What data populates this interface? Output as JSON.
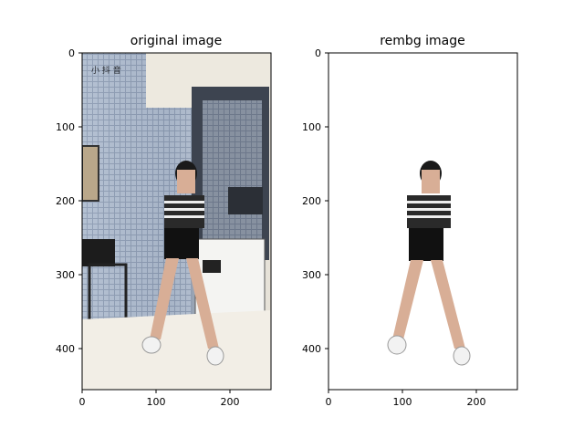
{
  "panels": [
    {
      "title": "original image",
      "image_kind": "photo",
      "x_ticks": [
        0,
        100,
        200
      ],
      "y_ticks": [
        0,
        100,
        200,
        300,
        400
      ],
      "x_range": [
        0,
        256
      ],
      "y_range": [
        0,
        455
      ]
    },
    {
      "title": "rembg image",
      "image_kind": "cutout",
      "x_ticks": [
        0,
        100,
        200
      ],
      "y_ticks": [
        0,
        100,
        200,
        300,
        400
      ],
      "x_range": [
        0,
        256
      ],
      "y_range": [
        0,
        455
      ]
    }
  ],
  "colors": {
    "axis": "#000000",
    "background": "#ffffff",
    "photo_wall": "#7f8fa8",
    "photo_floor": "#f2eee6",
    "person_top": "#2a2a2a",
    "person_skin": "#d8ae96",
    "person_shorts": "#111111"
  }
}
